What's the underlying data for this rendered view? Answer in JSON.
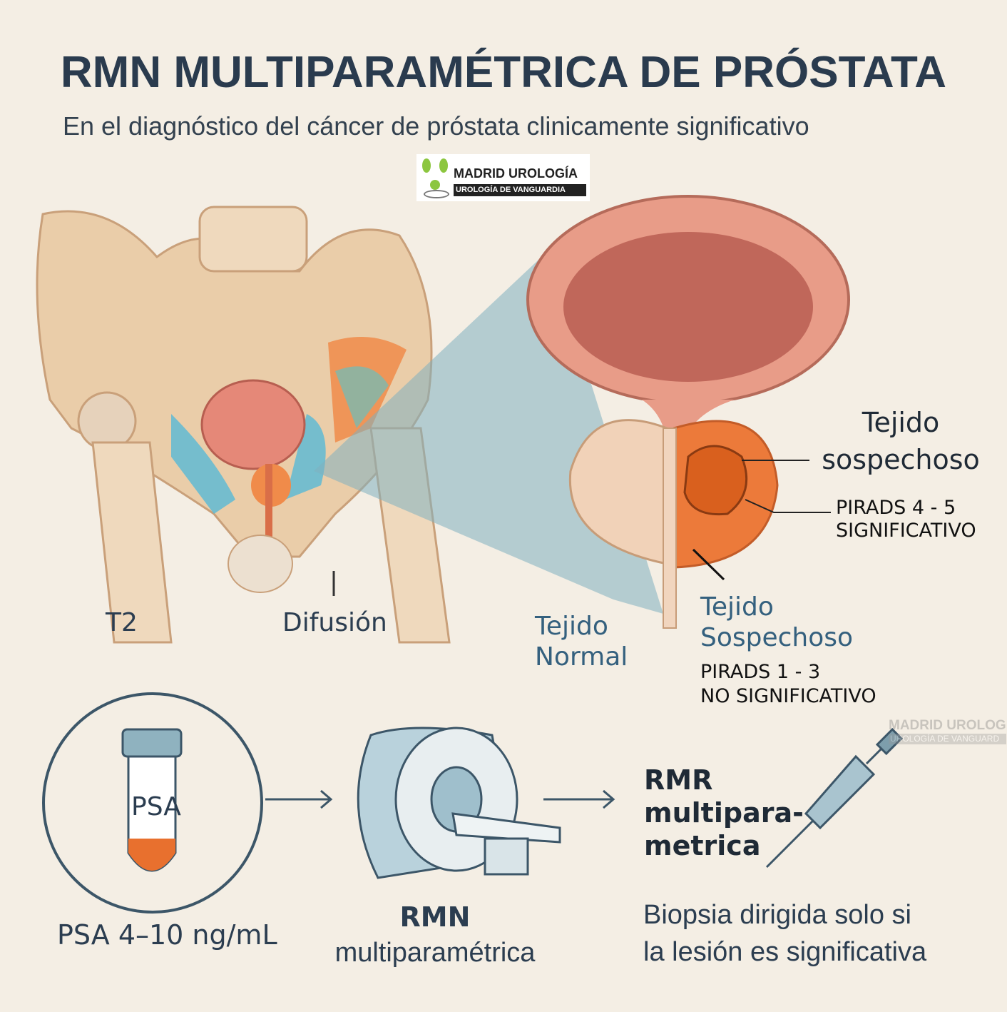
{
  "header": {
    "title": "RMN MULTIPARAMÉTRICA DE PRÓSTATA",
    "subtitle": "En el diagnóstico del cáncer de próstata clinicamente significativo"
  },
  "logo": {
    "name": "MADRID UROLOGÍA",
    "tagline": "UROLOGÍA DE VANGUARDIA"
  },
  "watermark": {
    "name": "MADRID UROLOG",
    "tagline": "UROLOGÍA DE VANGUARD"
  },
  "pelvis": {
    "label_t2": "T2",
    "label_difusion": "Difusión"
  },
  "prostate": {
    "suspicious_label": "Tejido sospechoso",
    "pirads_high": "PIRADS 4 - 5",
    "pirads_high_note": "SIGNIFICATIVO",
    "normal_label_1": "Tejido",
    "normal_label_2": "Normal",
    "suspicious2_label_1": "Tejido",
    "suspicious2_label_2": "Sospechoso",
    "pirads_low": "PIRADS 1 - 3",
    "pirads_low_note": "NO SIGNIFICATIVO"
  },
  "flow": {
    "psa_tube": "PSA",
    "psa_label": "PSA 4–10 ng/mL",
    "mri_label_1": "RMN",
    "mri_label_2": "multiparamétrica",
    "rmr_1": "RMR",
    "rmr_2": "multipara-",
    "rmr_3": "metrica",
    "biopsy_1": "Biopsia dirigida solo si",
    "biopsy_2": "la lesión es significativa"
  },
  "colors": {
    "bg": "#f4eee4",
    "title": "#2a3b4e",
    "accent_blue": "#34607e",
    "lesion": "#e8702e"
  }
}
